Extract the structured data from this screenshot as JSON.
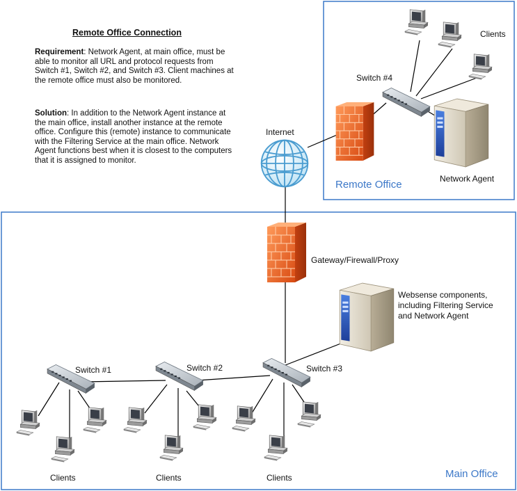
{
  "description": {
    "title": "Remote Office Connection",
    "requirement_label": "Requirement",
    "requirement_text": ": Network Agent, at main office, must be able to monitor all URL and protocol requests from Switch #1, Switch #2, and Switch #3. Client machines at the remote office must also be monitored.",
    "solution_label": "Solution",
    "solution_text": ": In addition to the Network Agent instance at the main office, install another instance at the remote office. Configure this (remote) instance to communicate with the Filtering Service at the main office. Network Agent functions best when it is closest to the computers that it is assigned to monitor."
  },
  "labels": {
    "internet": "Internet",
    "remote_office": "Remote Office",
    "main_office": "Main Office",
    "clients_remote": "Clients",
    "switch4": "Switch #4",
    "network_agent": "Network Agent",
    "gateway": "Gateway/Firewall/Proxy",
    "websense": "Websense components, including Filtering Service and Network Agent",
    "switch1": "Switch #1",
    "switch2": "Switch #2",
    "switch3": "Switch #3",
    "clients1": "Clients",
    "clients2": "Clients",
    "clients3": "Clients"
  },
  "colors": {
    "office_border": "#3c78c8",
    "office_label": "#3c78c8",
    "firewall": "#f06a28",
    "globe": "#5aa8d8",
    "line": "#000000"
  },
  "icons": {
    "firewall": "brick-firewall-icon",
    "globe": "internet-globe-icon",
    "server": "server-tower-icon",
    "switch": "network-switch-icon",
    "client": "desktop-computer-icon"
  }
}
